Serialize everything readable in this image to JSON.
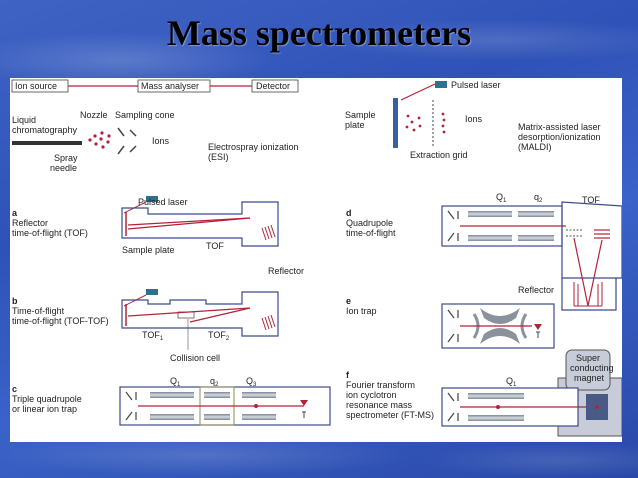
{
  "slide": {
    "title": "Mass spectrometers"
  },
  "esi": {
    "ion_source": "Ion source",
    "mass_analyser": "Mass analyser",
    "detector": "Detector",
    "lc_line1": "Liquid",
    "lc_line2": "chromatography",
    "nozzle": "Nozzle",
    "sampling_cone": "Sampling cone",
    "ions": "Ions",
    "spray_line1": "Spray",
    "spray_line2": "needle",
    "esi_line1": "Electrospray ionization",
    "esi_line2": "(ESI)"
  },
  "maldi": {
    "pulsed_laser": "Pulsed laser",
    "sample_plate_line1": "Sample",
    "sample_plate_line2": "plate",
    "ions": "Ions",
    "extraction_grid": "Extraction grid",
    "label_line1": "Matrix-assisted laser",
    "label_line2": "desorption/ionization",
    "label_line3": "(MALDI)"
  },
  "panel_a": {
    "letter": "a",
    "line1": "Reflector",
    "line2": "time-of-flight (TOF)",
    "pulsed_laser": "Pulsed laser",
    "tof": "TOF",
    "sample_plate": "Sample plate",
    "reflector": "Reflector"
  },
  "panel_b": {
    "letter": "b",
    "line1": "Time-of-flight",
    "line2": "time-of-flight (TOF-TOF)",
    "tof1": "TOF",
    "tof1_sub": "1",
    "tof2": "TOF",
    "tof2_sub": "2",
    "collision_cell": "Collision cell"
  },
  "panel_c": {
    "letter": "c",
    "line1": "Triple quadrupole",
    "line2": "or linear ion trap",
    "q1": "Q",
    "q1_sub": "1",
    "q2": "q",
    "q2_sub": "2",
    "q3": "Q",
    "q3_sub": "3"
  },
  "panel_d": {
    "letter": "d",
    "line1": "Quadrupole",
    "line2": "time-of-flight",
    "q1": "Q",
    "q1_sub": "1",
    "q2": "q",
    "q2_sub": "2",
    "tof": "TOF",
    "reflector": "Reflector"
  },
  "panel_e": {
    "letter": "e",
    "line1": "Ion trap"
  },
  "panel_f": {
    "letter": "f",
    "line1": "Fourier transform",
    "line2": "ion cyclotron",
    "line3": "resonance mass",
    "line4": "spectrometer (FT-MS)",
    "q1": "Q",
    "q1_sub": "1",
    "magnet_line1": "Super",
    "magnet_line2": "conducting",
    "magnet_line3": "magnet"
  },
  "colors": {
    "beam": "#b3223a",
    "outline": "#3b4a8a",
    "accent": "#2f6f8f"
  }
}
